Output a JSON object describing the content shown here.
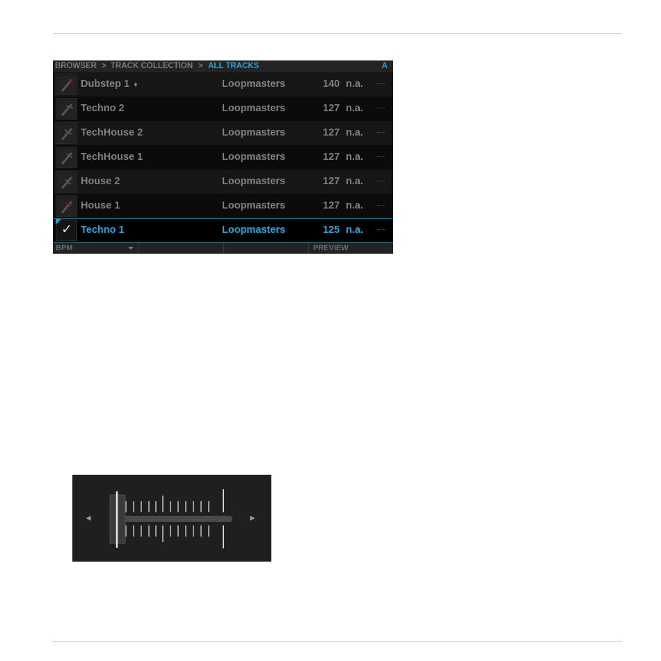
{
  "breadcrumb": {
    "root": "BROWSER",
    "separator": ">",
    "collection": "TRACK COLLECTION",
    "current": "ALL TRACKS",
    "deck": "A"
  },
  "tracks": [
    {
      "title": "Dubstep 1",
      "flag": "♦",
      "artist": "Loopmasters",
      "bpm": "140",
      "key": "n.a.",
      "rating": "·····"
    },
    {
      "title": "Techno 2",
      "artist": "Loopmasters",
      "bpm": "127",
      "key": "n.a.",
      "rating": "·····"
    },
    {
      "title": "TechHouse 2",
      "artist": "Loopmasters",
      "bpm": "127",
      "key": "n.a.",
      "rating": "·····"
    },
    {
      "title": "TechHouse 1",
      "artist": "Loopmasters",
      "bpm": "127",
      "key": "n.a.",
      "rating": "·····"
    },
    {
      "title": "House 2",
      "artist": "Loopmasters",
      "bpm": "127",
      "key": "n.a.",
      "rating": "·····"
    },
    {
      "title": "House 1",
      "artist": "Loopmasters",
      "bpm": "127",
      "key": "n.a.",
      "rating": "·····"
    },
    {
      "title": "Techno 1",
      "artist": "Loopmasters",
      "bpm": "125",
      "key": "n.a.",
      "rating": "·····",
      "selected": true,
      "check": "✓"
    }
  ],
  "footer": {
    "sort_label": "BPM",
    "preview_label": "PREVIEW"
  },
  "fader": {
    "left_arrow": "◄",
    "right_arrow": "►",
    "position": 0.0
  },
  "colors": {
    "accent": "#21a7dc",
    "row_text": "#808080",
    "panel_bg": "#0d0d0d"
  }
}
